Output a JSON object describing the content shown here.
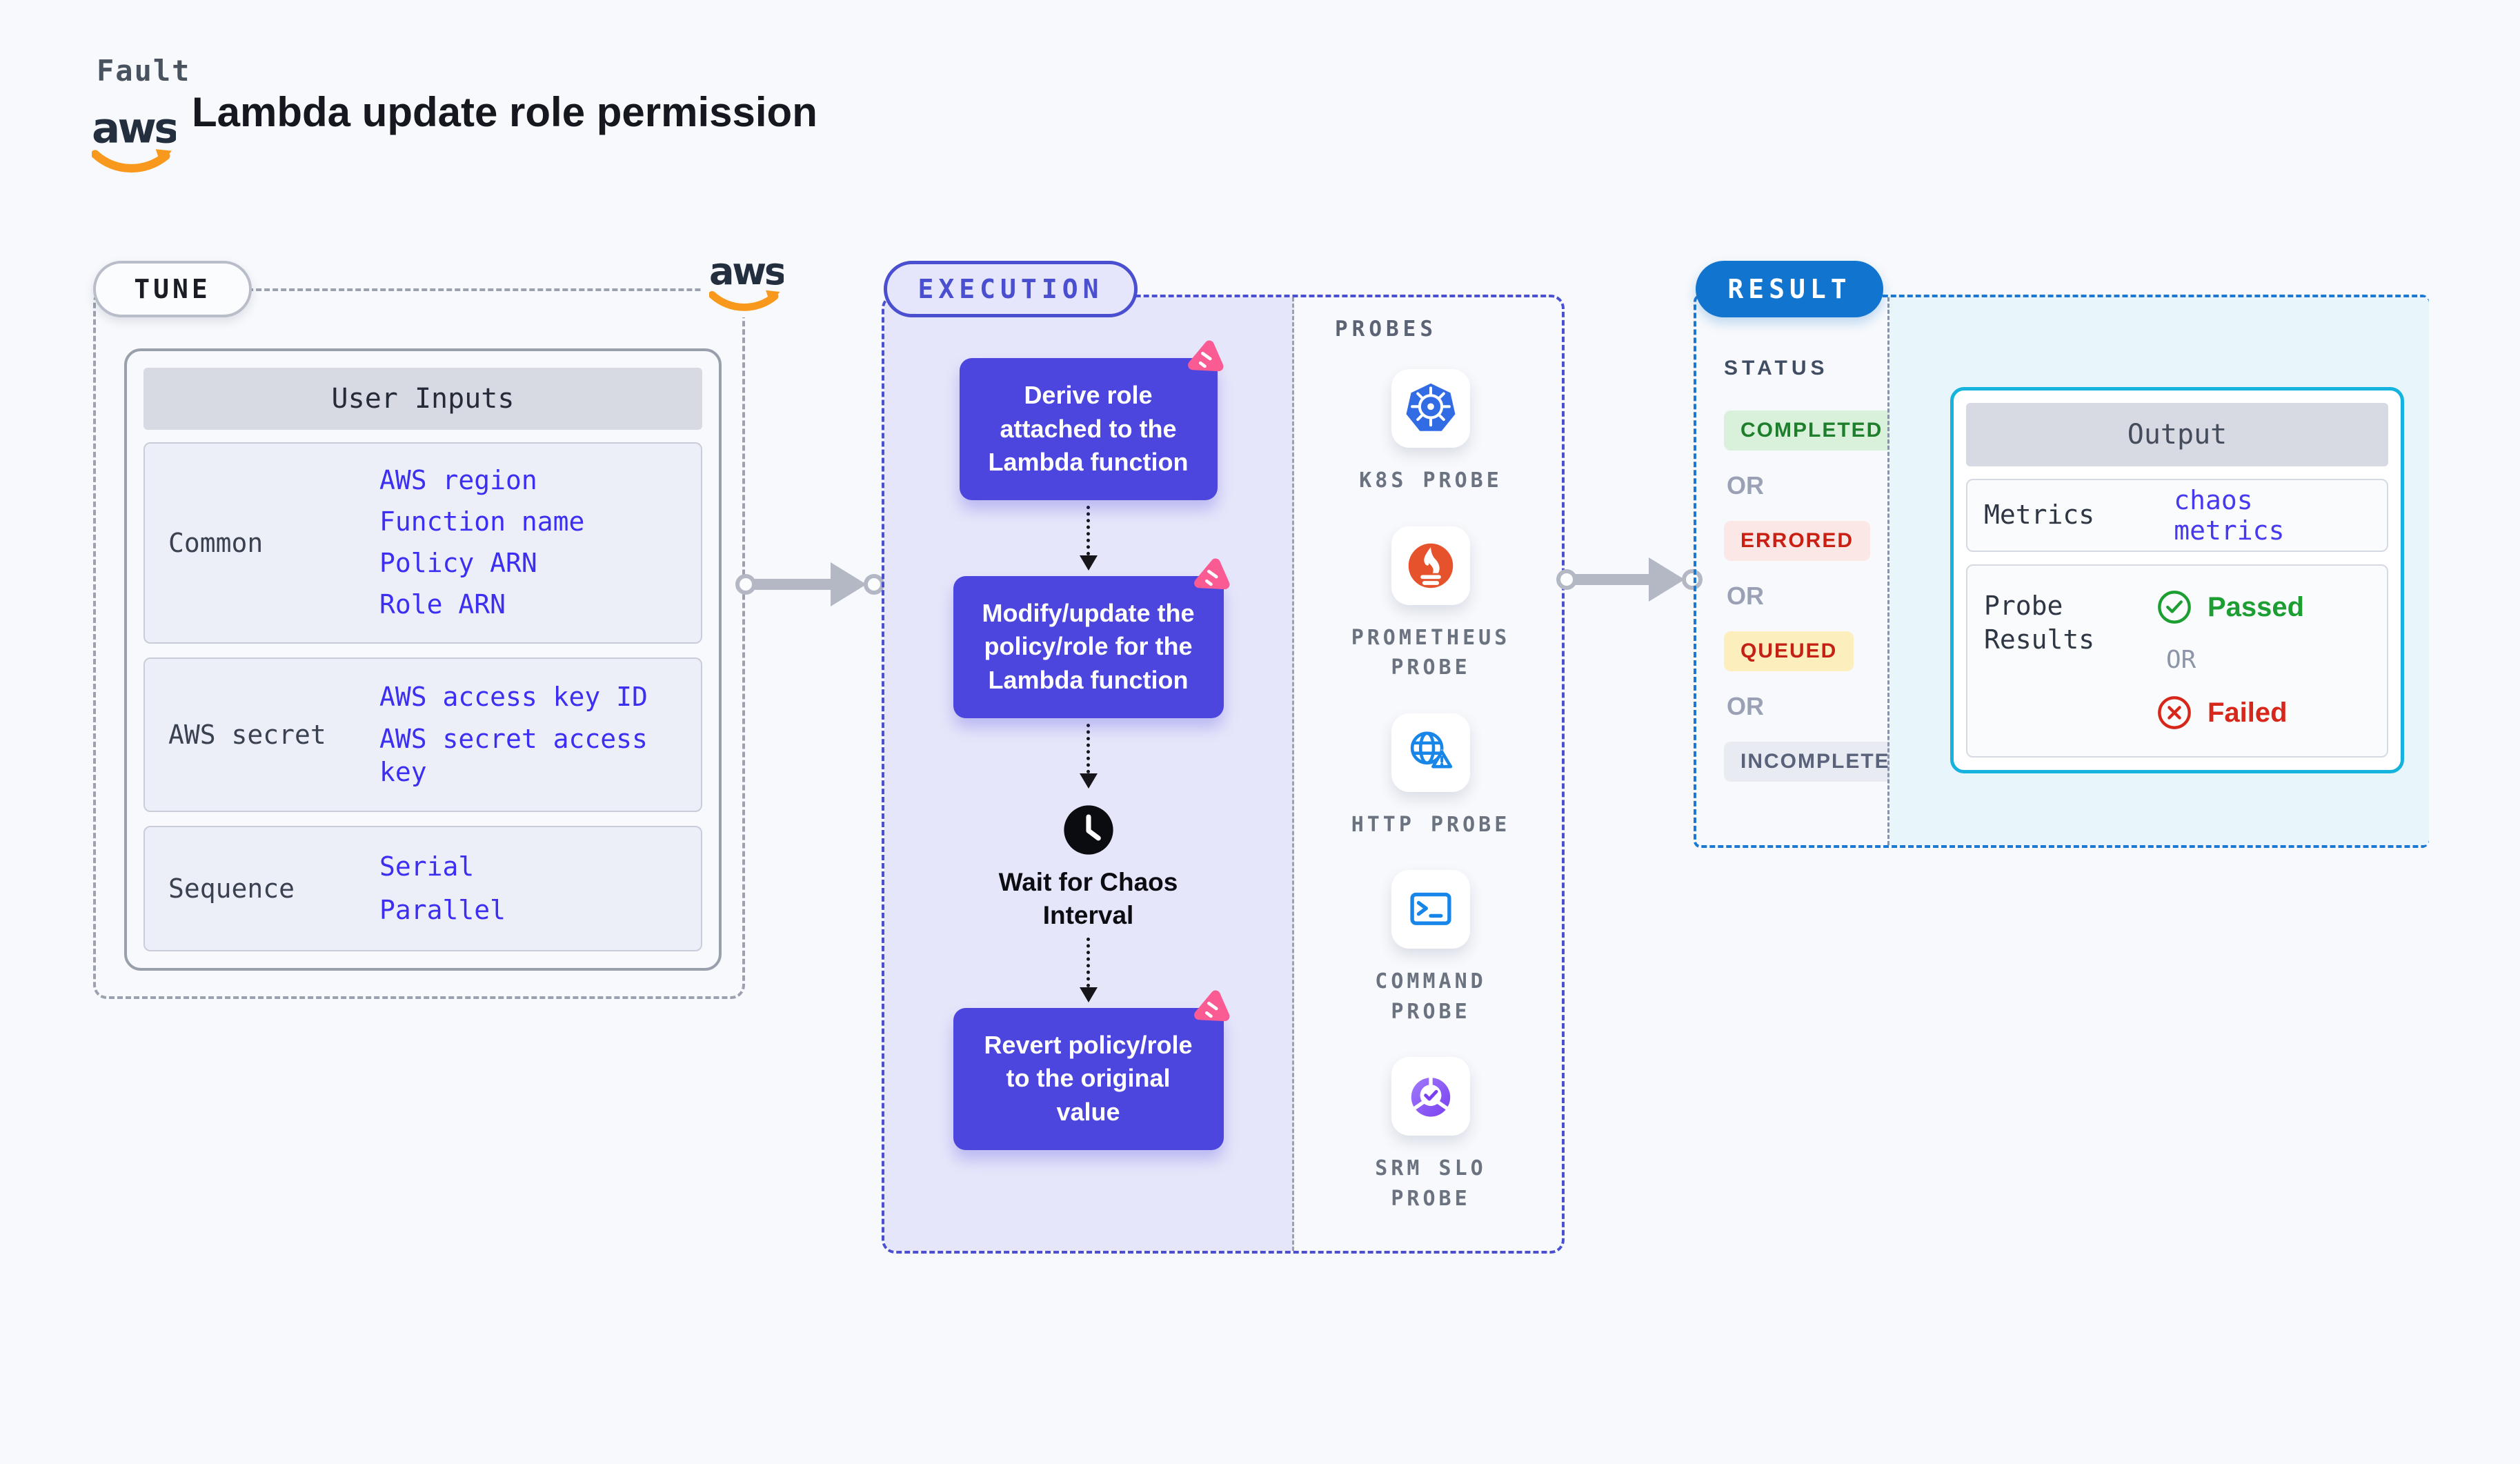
{
  "header": {
    "eyebrow": "Fault",
    "title": "Lambda update role permission"
  },
  "tune": {
    "badge": "TUNE",
    "table": {
      "header": "User Inputs",
      "rows": [
        {
          "label": "Common",
          "links": [
            "AWS region",
            "Function name",
            "Policy ARN",
            "Role ARN"
          ]
        },
        {
          "label": "AWS secret",
          "links": [
            "AWS access key ID",
            "AWS secret access key"
          ]
        },
        {
          "label": "Sequence",
          "links": [
            "Serial",
            "Parallel"
          ]
        }
      ]
    }
  },
  "execution": {
    "badge": "EXECUTION",
    "steps": [
      "Derive role attached to the Lambda function",
      "Modify/update the policy/role for the Lambda function",
      "Revert policy/role to the original value"
    ],
    "wait_label": "Wait for Chaos Interval"
  },
  "probes": {
    "heading": "PROBES",
    "items": [
      {
        "label": "K8S PROBE",
        "icon": "kubernetes-icon"
      },
      {
        "label": "PROMETHEUS PROBE",
        "icon": "prometheus-icon"
      },
      {
        "label": "HTTP PROBE",
        "icon": "http-globe-icon"
      },
      {
        "label": "COMMAND PROBE",
        "icon": "terminal-icon"
      },
      {
        "label": "SRM SLO PROBE",
        "icon": "slo-gauge-icon"
      }
    ]
  },
  "result": {
    "badge": "RESULT",
    "status_heading": "STATUS",
    "or_label": "OR",
    "statuses": [
      {
        "label": "COMPLETED",
        "fg": "#1d7f2c",
        "bg": "#d9f0da"
      },
      {
        "label": "ERRORED",
        "fg": "#c92013",
        "bg": "#fbe7e6"
      },
      {
        "label": "QUEUED",
        "fg": "#c42014",
        "bg": "#fdeebd"
      },
      {
        "label": "INCOMPLETED",
        "fg": "#59627a",
        "bg": "#e9ebf3"
      }
    ],
    "output": {
      "header": "Output",
      "metrics_label": "Metrics",
      "metrics_link": "chaos metrics",
      "probe_results_label": "Probe Results",
      "passed_label": "Passed",
      "or_label": "OR",
      "failed_label": "Failed"
    }
  },
  "colors": {
    "page_bg": "#f7f9fc",
    "step_purple": "#4c46df",
    "execution_bg": "#e6e6fa",
    "chaos_pink": "#fa5b92",
    "result_blue": "#1174ce",
    "output_cyan_border": "#15b3dd",
    "output_bg": "#e8f6fb",
    "link_blue": "#3c2ff2",
    "passed_green": "#1d9e33",
    "failed_red": "#d7271a",
    "aws_orange": "#f8991d",
    "aws_navy": "#232f3e"
  }
}
